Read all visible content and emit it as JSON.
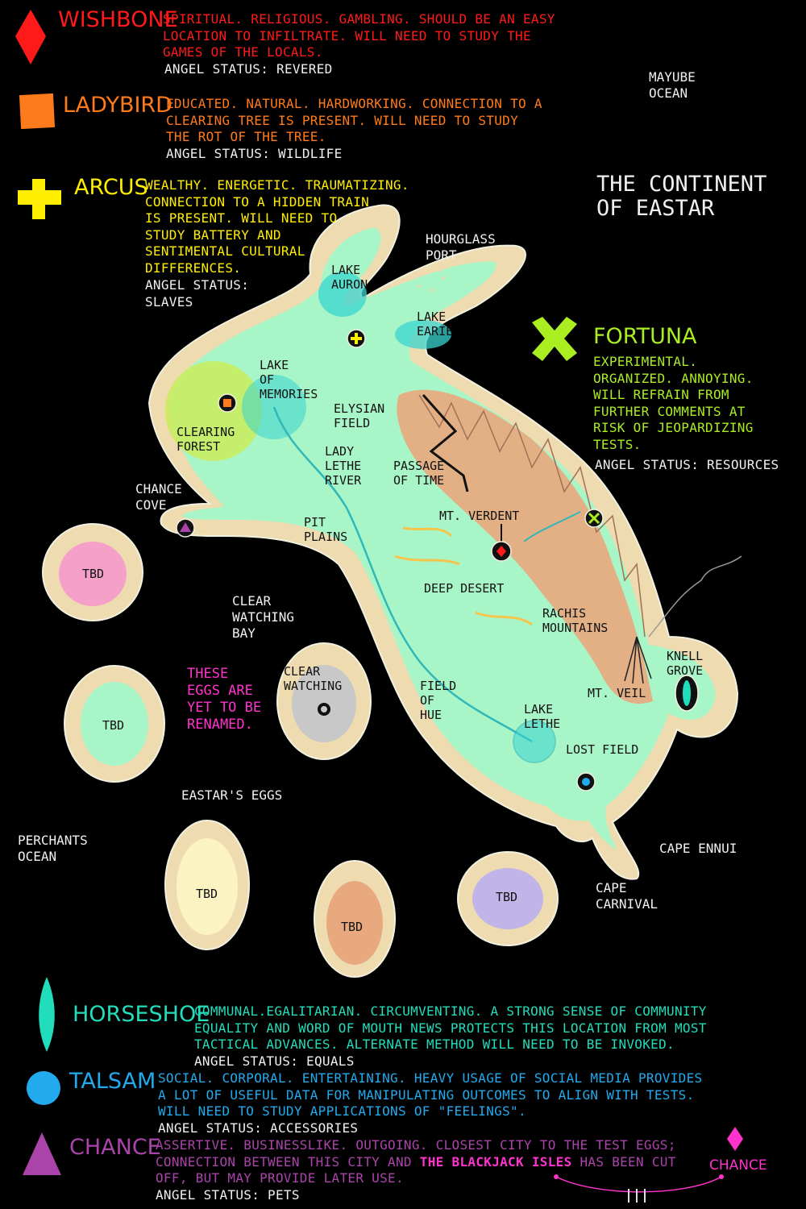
{
  "colors": {
    "wishbone": "#ff1a1a",
    "ladybird": "#ff7a1a",
    "arcus": "#ffee00",
    "fortuna": "#aaee22",
    "horseshoe": "#22ddbb",
    "talsam": "#22aaee",
    "chance": "#aa44aa",
    "land": "#a8f5c8",
    "shore": "#eedcb0",
    "mountains": "#e9a97e",
    "renamed_note": "#ff33cc"
  },
  "title": "THE CONTINENT\nOF EASTAR",
  "oceans": {
    "mayube": "MAYUBE\nOCEAN",
    "perchants": "PERCHANTS\nOCEAN"
  },
  "factions": {
    "wishbone": {
      "name": "WISHBONE",
      "icon": "diamond-icon",
      "desc": "SPIRITUAL. RELIGIOUS. GAMBLING. SHOULD BE AN EASY\nLOCATION TO INFILTRATE. WILL NEED TO STUDY THE\nGAMES OF THE LOCALS.",
      "status": "ANGEL STATUS: REVERED"
    },
    "ladybird": {
      "name": "LADYBIRD",
      "icon": "square-icon",
      "desc": "EDUCATED. NATURAL. HARDWORKING. CONNECTION TO A\nCLEARING TREE IS PRESENT. WILL NEED TO STUDY\nTHE ROT OF THE TREE.",
      "status": "ANGEL STATUS: WILDLIFE"
    },
    "arcus": {
      "name": "ARCUS",
      "icon": "plus-icon",
      "desc": "WEALTHY. ENERGETIC. TRAUMATIZING.\nCONNECTION TO A HIDDEN TRAIN\nIS PRESENT. WILL NEED TO\nSTUDY BATTERY AND\nSENTIMENTAL CULTURAL\nDIFFERENCES.",
      "status": "ANGEL STATUS:\nSLAVES"
    },
    "fortuna": {
      "name": "FORTUNA",
      "icon": "cross-icon",
      "desc": "EXPERIMENTAL.\nORGANIZED. ANNOYING.\nWILL REFRAIN FROM\nFURTHER COMMENTS AT\nRISK OF JEOPARDIZING\nTESTS.",
      "status": "ANGEL STATUS: RESOURCES"
    },
    "horseshoe": {
      "name": "HORSESHOE",
      "icon": "leaf-icon",
      "desc": "COMMUNAL.EGALITARIAN. CIRCUMVENTING. A STRONG SENSE OF COMMUNITY\nEQUALITY AND WORD OF MOUTH NEWS PROTECTS THIS LOCATION FROM MOST\nTACTICAL ADVANCES. ALTERNATE METHOD WILL NEED TO BE INVOKED.",
      "status": "ANGEL STATUS: EQUALS"
    },
    "talsam": {
      "name": "TALSAM",
      "icon": "circle-icon",
      "desc": "SOCIAL. CORPORAL. ENTERTAINING. HEAVY USAGE OF SOCIAL MEDIA PROVIDES\nA LOT OF USEFUL DATA FOR MANIPULATING OUTCOMES TO ALIGN WITH TESTS.\nWILL NEED TO STUDY APPLICATIONS OF \"FEELINGS\".",
      "status": "ANGEL STATUS: ACCESSORIES"
    },
    "chance": {
      "name": "CHANCE",
      "icon": "triangle-icon",
      "desc_a": "ASSERTIVE. BUSINESSLIKE. OUTGOING. CLOSEST CITY TO THE TEST EGGS;\nCONNECTION BETWEEN THIS CITY AND ",
      "desc_highlight": "THE BLACKJACK ISLES",
      "desc_b": " HAS BEEN CUT\nOFF, BUT MAY PROVIDE LATER USE.",
      "status": "ANGEL STATUS: PETS"
    }
  },
  "places": {
    "hourglass_port": "HOURGLASS\nPORT",
    "lake_auron": "LAKE\nAURON",
    "lake_earie": "LAKE\nEARIE",
    "lake_memories": "LAKE\nOF\nMEMORIES",
    "clearing_forest": "CLEARING\nFOREST",
    "elysian_field": "ELYSIAN\n  FIELD",
    "lady_lethe_river": "LADY\nLETHE\nRIVER",
    "passage_of_time": "PASSAGE\nOF TIME",
    "chance_cove": "CHANCE\nCOVE",
    "pit_plains": "PIT\nPLAINS",
    "mt_verdent": "MT. VERDENT",
    "deep_desert": "DEEP DESERT",
    "rachis_mountains": "RACHIS\nMOUNTAINS",
    "clear_watching_bay": "CLEAR\nWATCHING\nBAY",
    "field_of_hue": "FIELD\nOF\nHUE",
    "knell_grove": "KNELL\nGROVE",
    "mt_veil": "MT. VEIL",
    "lake_lethe": "LAKE\nLETHE",
    "lost_field": "LOST FIELD",
    "cape_ennui": "CAPE ENNUI",
    "cape_carnival": "CAPE\nCARNIVAL"
  },
  "eggs": {
    "note": "THESE\nEGGS ARE\nYET TO BE\nRENAMED.",
    "caption": "EASTAR'S EGGS",
    "clear_watching": "CLEAR\nWATCHING",
    "tbd": "TBD"
  },
  "chance_map_label": "CHANCE"
}
